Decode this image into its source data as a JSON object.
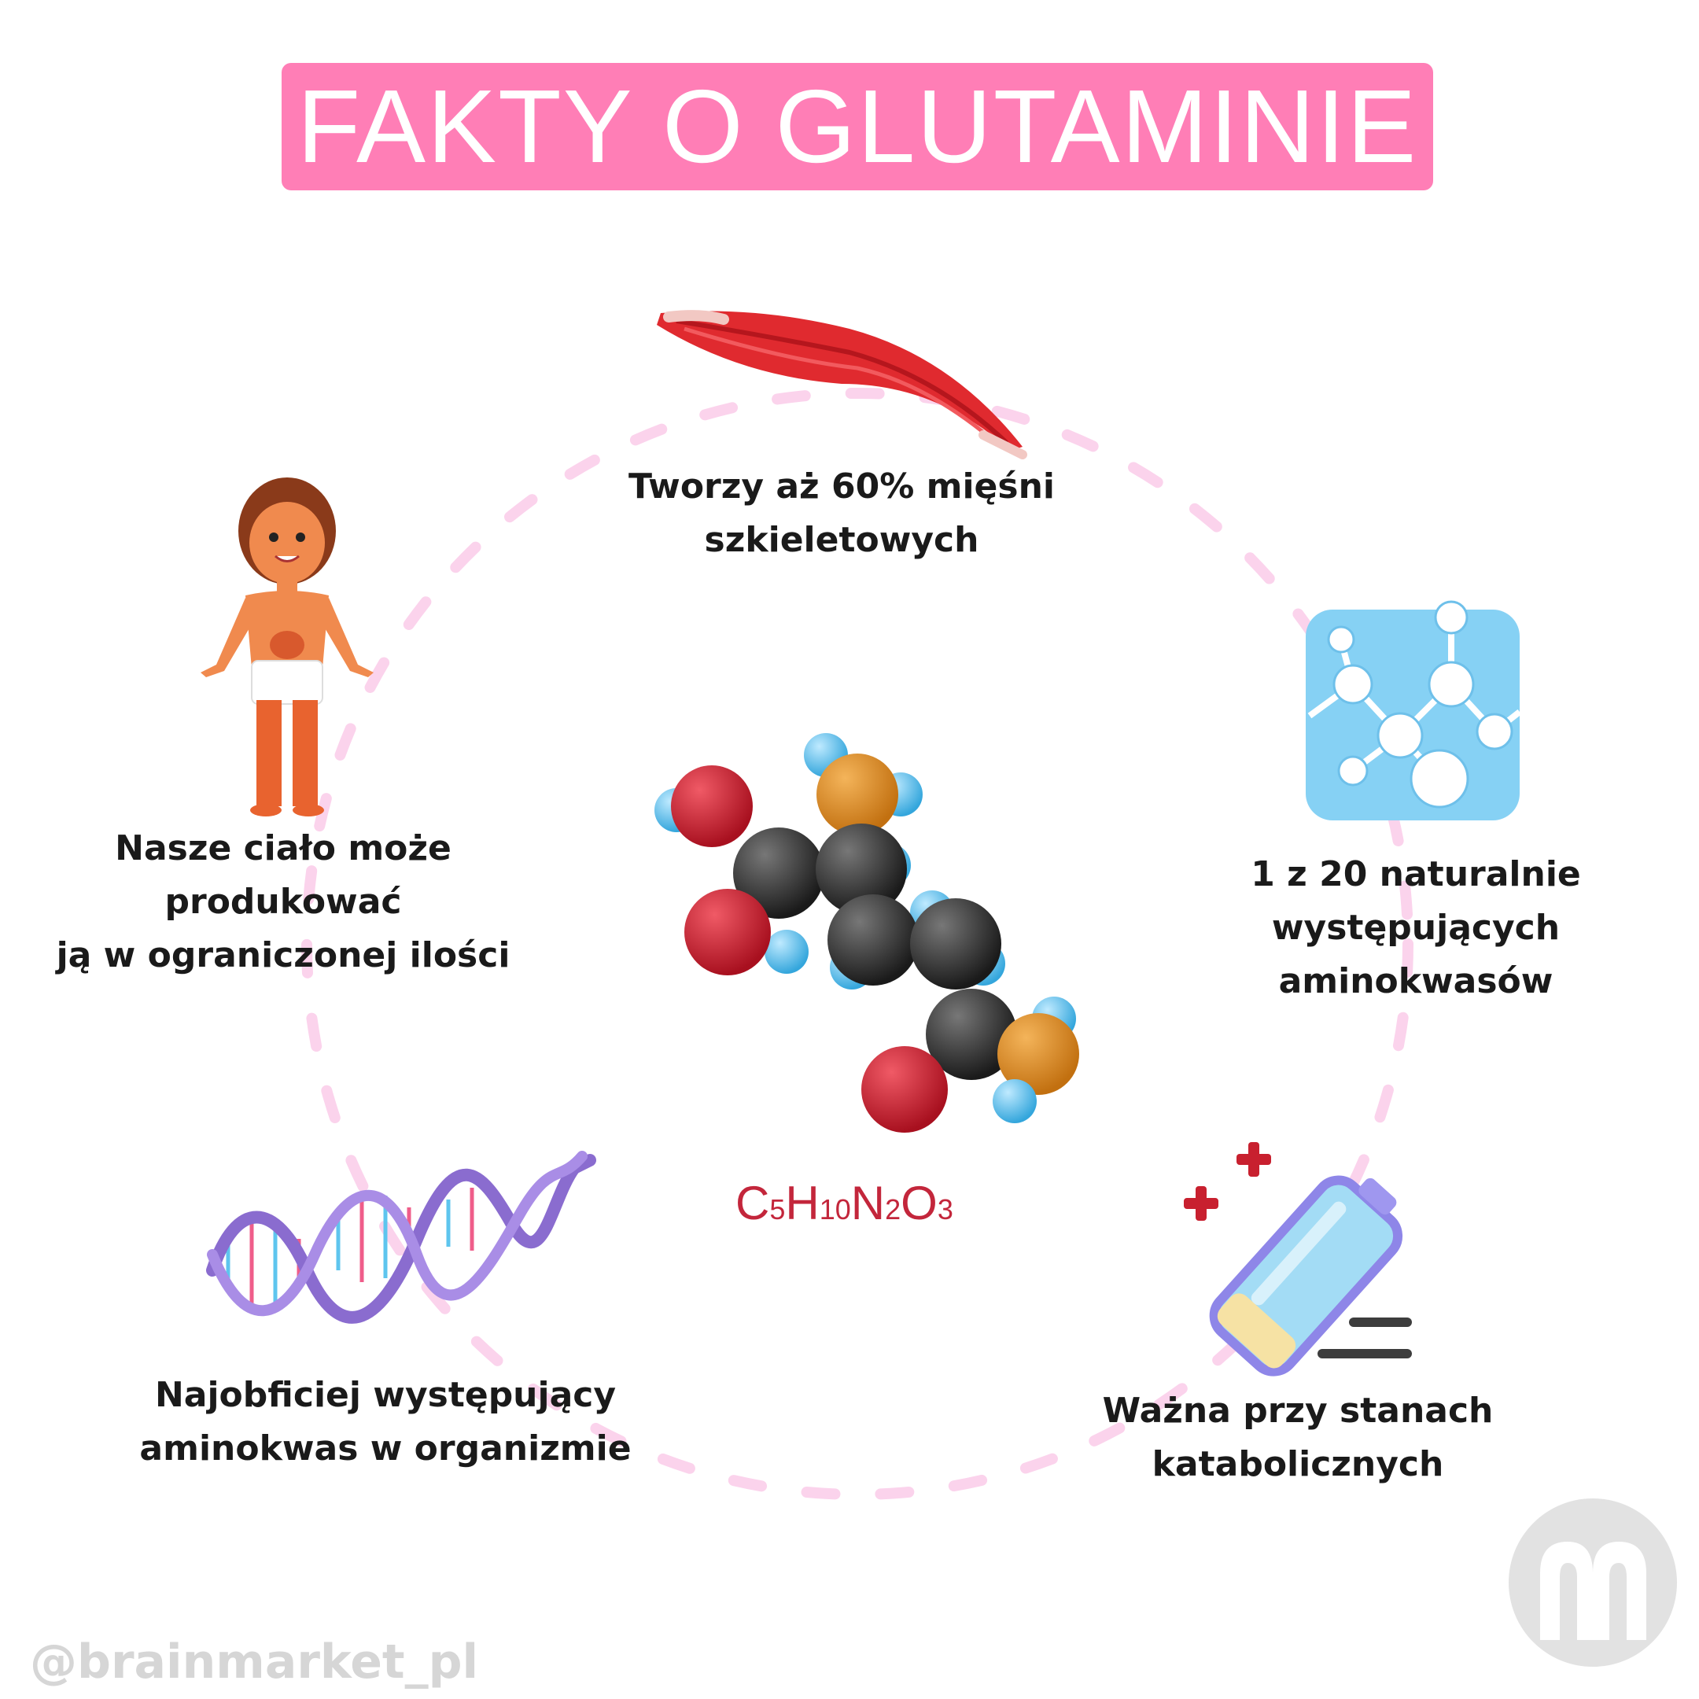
{
  "title": "FAKTY O GLUTAMINIE",
  "facts": {
    "muscle": [
      "Tworzy aż 60% mięśni",
      "szkieletowych"
    ],
    "body": [
      "Nasze ciało może",
      "produkować",
      "ją w ograniczonej ilości"
    ],
    "amino": [
      "1 z 20 naturalnie",
      "występujących",
      "aminokwasów"
    ],
    "dna": [
      "Najobficiej występujący",
      "aminokwas w organizmie"
    ],
    "battery": [
      "Ważna przy stanach",
      "katabolicznych"
    ]
  },
  "formula": {
    "c": "C",
    "c_n": "5",
    "h": "H",
    "h_n": "10",
    "n": "N",
    "n_n": "2",
    "o": "O",
    "o_n": "3"
  },
  "handle": "@brainmarket_pl",
  "colors": {
    "title_bg": "#ff7eb6",
    "dash_circle": "#fbd3ec",
    "formula": "#c3263b",
    "muscle": "#e02a2f",
    "molecule_tile": "#86d1f4",
    "carbon": "#2b2b2b",
    "oxygen": "#c8202f",
    "nitrogen": "#e08e1e",
    "hydrogen": "#5ec5ee",
    "battery": "#a3dcf5",
    "battery_outline": "#8e86e8",
    "logo": "#e2e2e2"
  },
  "icons": [
    "muscle-icon",
    "child-body-icon",
    "molecule-icon",
    "dna-icon",
    "battery-icon",
    "glutamine-molecule-icon",
    "brand-logo-icon"
  ]
}
